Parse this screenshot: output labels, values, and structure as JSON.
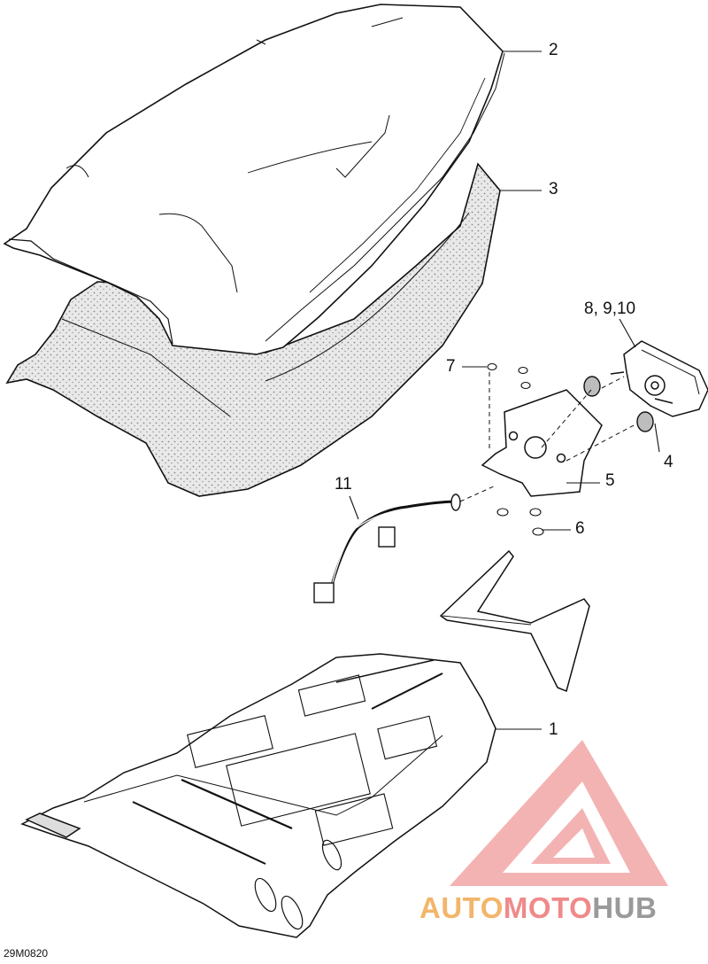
{
  "callouts": {
    "c1": "1",
    "c2": "2",
    "c3": "3",
    "c4": "4",
    "c5": "5",
    "c6": "6",
    "c7": "7",
    "c8": "8, 9,10",
    "c11": "11"
  },
  "figure_code": "29M0820",
  "watermark": {
    "part_a": "AUTO",
    "part_b": "MOTO",
    "part_c": "HUB",
    "colors": {
      "orange": "#f2b56a",
      "red": "#ef8a8a",
      "gray": "#9a9a9a"
    }
  }
}
